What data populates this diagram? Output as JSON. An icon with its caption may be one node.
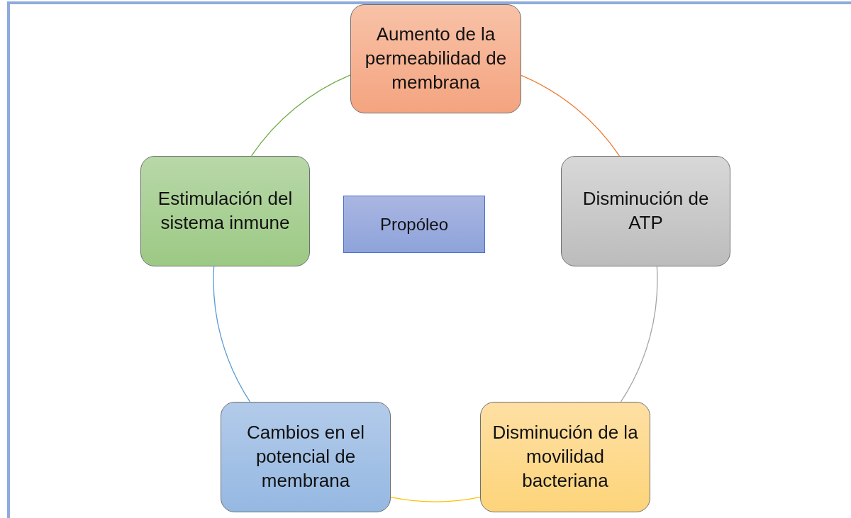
{
  "diagram": {
    "nodes": [
      {
        "text": [
          "Aumento de la permeabilidad de membrana"
        ]
      },
      {
        "text": [
          "Estimulación del sistema inmune"
        ]
      },
      {
        "text": [
          "Propóleo"
        ]
      },
      {
        "text": [
          "Disminución de ATP"
        ]
      },
      {
        "text": [
          "Cambios en el potencial de membrana"
        ]
      },
      {
        "text": [
          "Disminución de la movilidad bacteriana"
        ]
      }
    ],
    "edges": [
      {
        "from": 0,
        "to": 3,
        "arrow": "none",
        "color": "#ed7d31"
      },
      {
        "from": 3,
        "to": 5,
        "arrow": "none",
        "color": "#a5a5a5"
      },
      {
        "from": 5,
        "to": 4,
        "arrow": "none",
        "color": "#ffc000"
      },
      {
        "from": 4,
        "to": 1,
        "arrow": "none",
        "color": "#5b9bd5"
      },
      {
        "from": 1,
        "to": 0,
        "arrow": "none",
        "color": "#70ad47"
      }
    ]
  }
}
